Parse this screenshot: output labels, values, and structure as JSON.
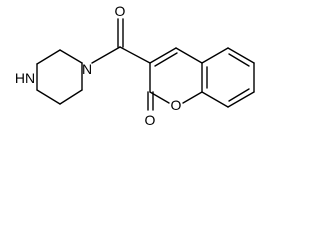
{
  "molecule": {
    "atoms": {
      "carbonyl_oxygen": "O",
      "amide_nitrogen": "N",
      "amine_nitrogen": "HN",
      "ring_oxygen": "O",
      "lactone_oxygen": "O"
    }
  }
}
